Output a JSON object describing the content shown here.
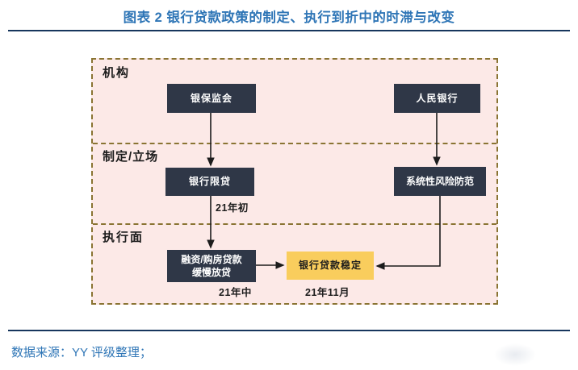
{
  "header": {
    "title": "图表 2 银行贷款政策的制定、执行到折中的时滞与改变",
    "accent_color": "#2E75B6",
    "rule_color": "#17365D"
  },
  "diagram": {
    "sections": [
      {
        "label": "机构"
      },
      {
        "label": "制定/立场"
      },
      {
        "label": "执行面"
      }
    ],
    "nodes": [
      {
        "id": "cbirc",
        "label": "银保监会"
      },
      {
        "id": "pboc",
        "label": "人民银行"
      },
      {
        "id": "bank-credit-limit",
        "label": "银行限贷"
      },
      {
        "id": "systemic-risk-prevention",
        "label": "系统性风险防范"
      },
      {
        "id": "slow-lending",
        "label_line1": "融资/购房贷款",
        "label_line2": "缓慢放贷"
      },
      {
        "id": "bank-loans-stable",
        "label": "银行贷款稳定"
      }
    ],
    "time_labels": [
      {
        "label": "21年初"
      },
      {
        "label": "21年中"
      },
      {
        "label": "21年11月"
      }
    ],
    "colors": {
      "panel_background": "#FCE9E7",
      "dashed_border": "#8A7433",
      "node_dark": "#2F3747",
      "node_highlight": "#F9CD5D",
      "arrow": "#1C1C1C"
    }
  },
  "footer": {
    "source": "数据来源：YY 评级整理；"
  }
}
